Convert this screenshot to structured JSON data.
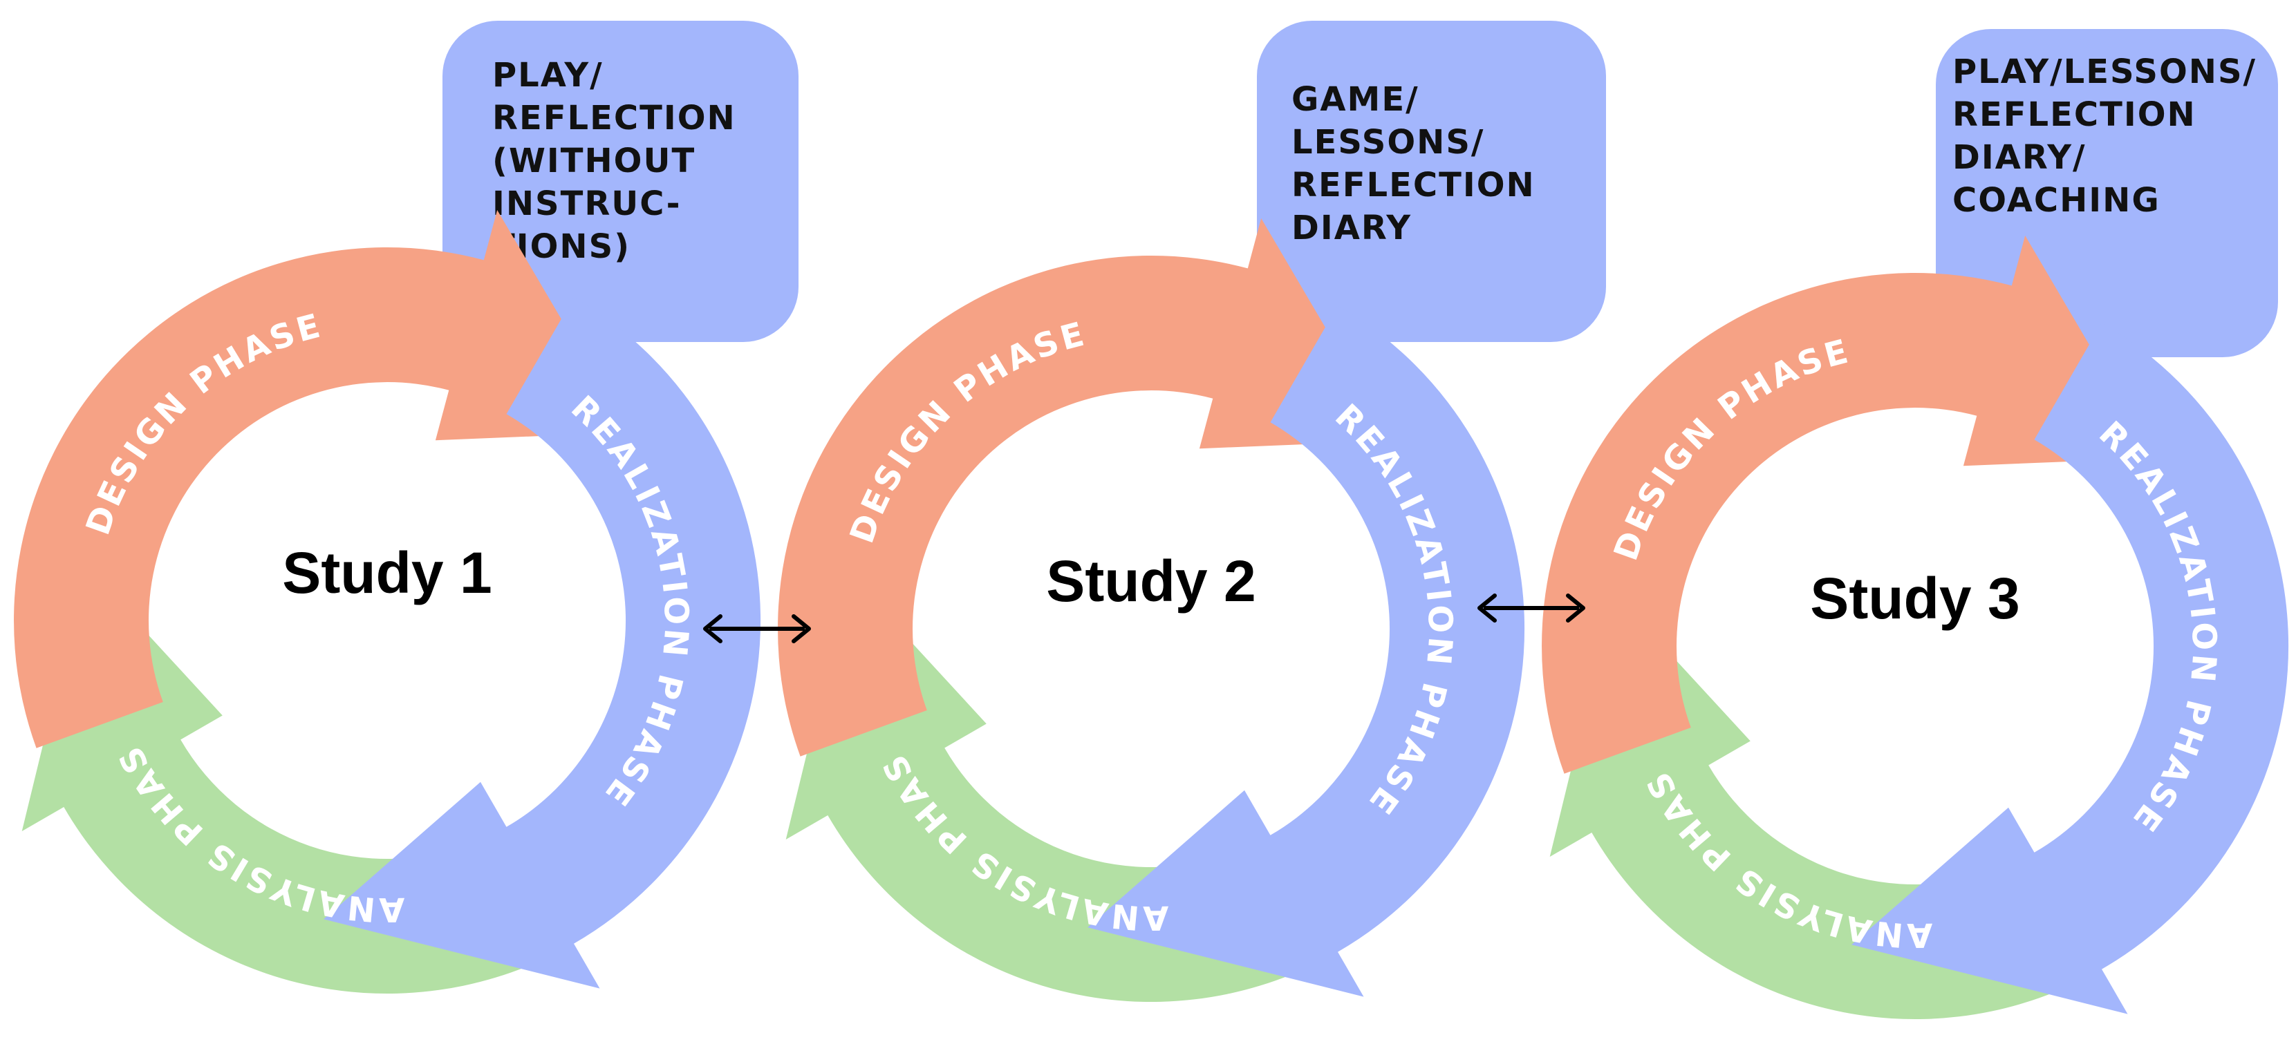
{
  "colors": {
    "design": "#f6a285",
    "realization": "#a3b6fc",
    "analysis": "#b3e0a4",
    "box": "#a3b6fc",
    "connector": "#000000"
  },
  "phases": {
    "design": "DESIGN PHASE",
    "realization": "REALIZATION PHASE",
    "analysis": "ANALYSIS PHASE"
  },
  "studies": [
    {
      "title": "Study 1",
      "box_lines": [
        "PLAY/",
        "REFLECTION",
        "(WITHOUT",
        "INSTRUC-",
        "TIONS)"
      ]
    },
    {
      "title": "Study 2",
      "box_lines": [
        "GAME/",
        "LESSONS/",
        "REFLECTION",
        "DIARY"
      ]
    },
    {
      "title": "Study 3",
      "box_lines": [
        "PLAY/LESSONS/",
        "REFLECTION",
        "DIARY/",
        "COACHING"
      ]
    }
  ],
  "connectors": [
    {
      "from": "Study 1",
      "to": "Study 2",
      "direction": "bidirectional"
    },
    {
      "from": "Study 2",
      "to": "Study 3",
      "direction": "bidirectional"
    }
  ]
}
